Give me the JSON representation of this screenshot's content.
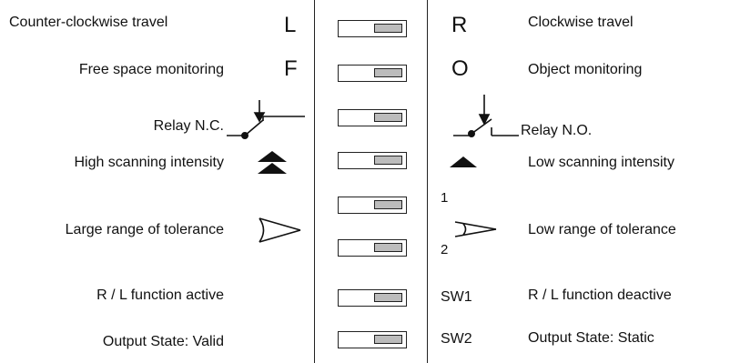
{
  "rows": [
    {
      "left": "Counter-clockwise travel",
      "right": "Clockwise travel",
      "left_code": "L",
      "right_code": "R"
    },
    {
      "left": "Free space monitoring",
      "right": "Object monitoring",
      "left_code": "F",
      "right_code": "O"
    },
    {
      "left": "Relay N.C.",
      "right": "Relay N.O.",
      "left_code": "",
      "right_code": ""
    },
    {
      "left": "High scanning intensity",
      "right": "Low scanning intensity",
      "left_code": "",
      "right_code": ""
    },
    {
      "left": "Large range of tolerance",
      "right": "Low range of tolerance",
      "left_code": "",
      "right_code": ""
    },
    {
      "left": "R / L function active",
      "right": "R / L function deactive",
      "left_code": "",
      "right_code": "SW1"
    },
    {
      "left": "Output State: Valid",
      "right": "Output State: Static",
      "left_code": "",
      "right_code": "SW2"
    }
  ],
  "tolerance_switch_labels": [
    "1",
    "2"
  ],
  "switch_count": 8,
  "icons": [
    "relay-nc-icon",
    "relay-no-icon",
    "double-triangle-icon",
    "triangle-icon",
    "wide-angle-icon",
    "narrow-angle-icon"
  ],
  "colors": {
    "line": "#222222",
    "switch_knob": "#bcbcbc"
  }
}
